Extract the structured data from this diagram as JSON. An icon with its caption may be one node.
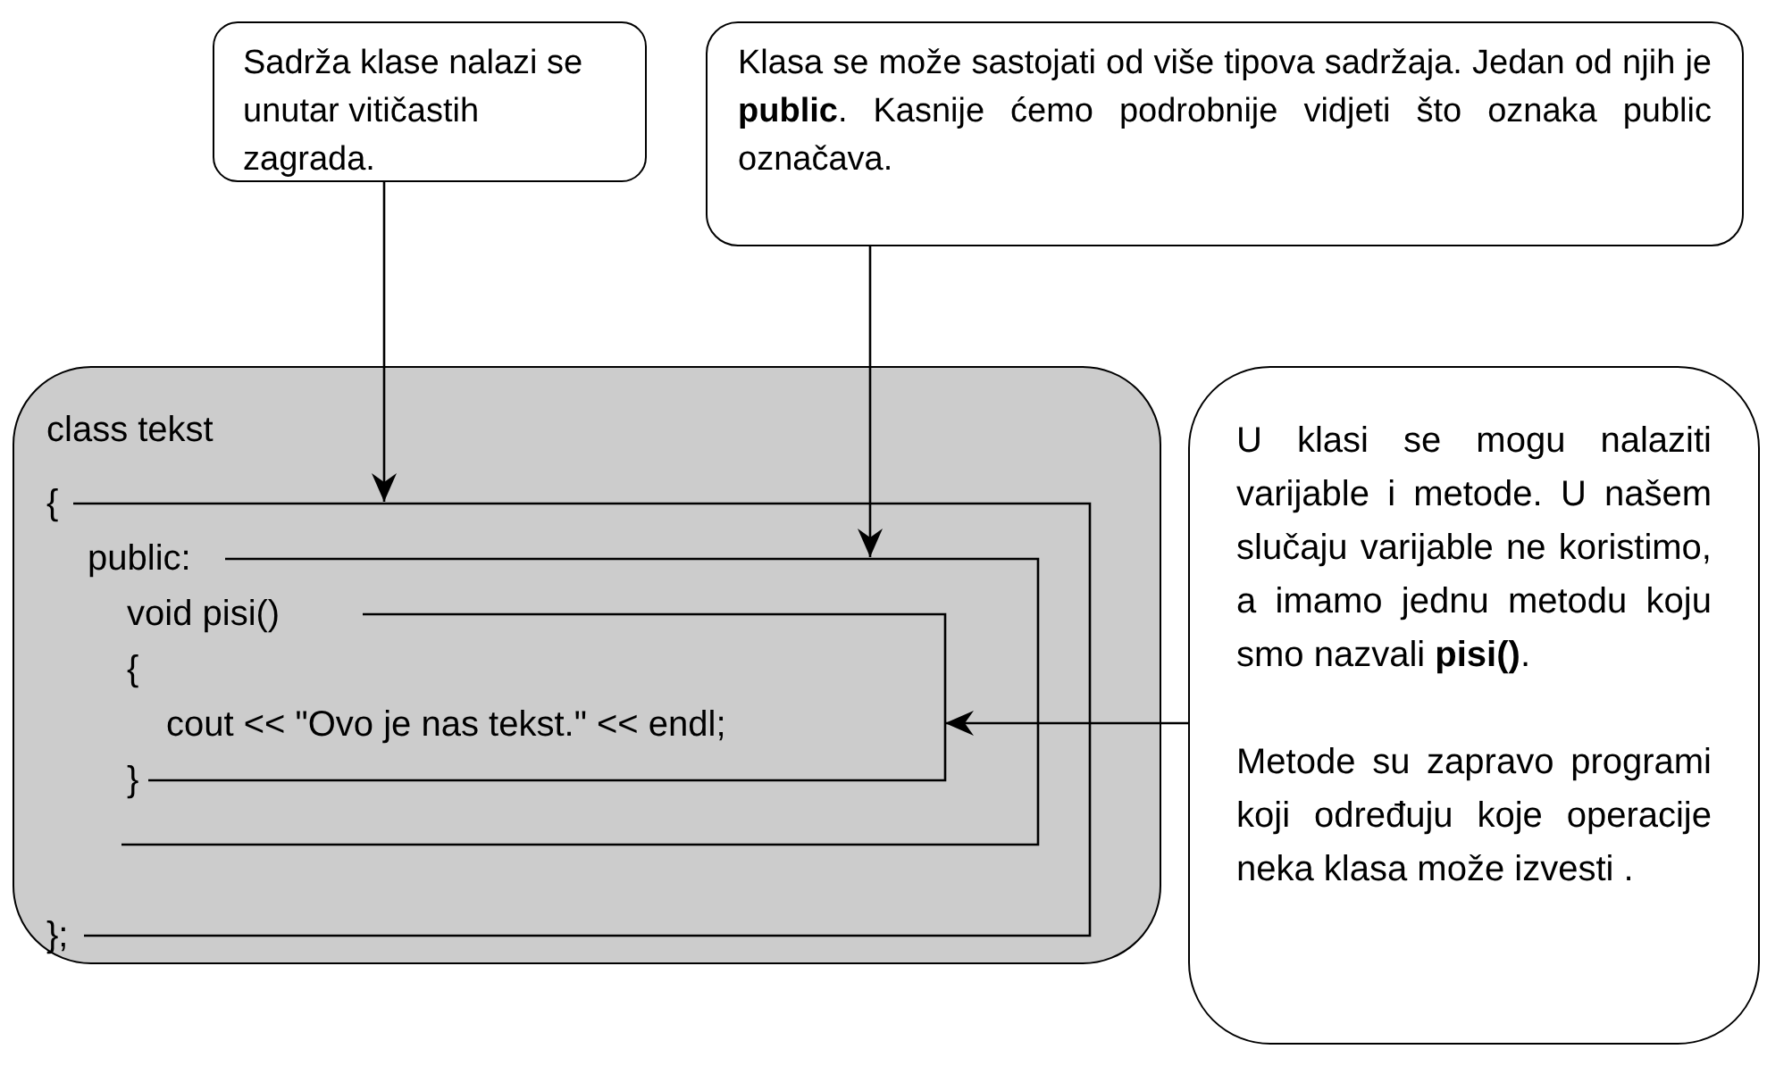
{
  "diagram": {
    "nodes": [
      {
        "text": [
          "Sadrža klase nalazi se unutar vitičastih zagrada."
        ]
      },
      {
        "text": [
          "Klasa se može sastojati od više tipova sadržaja. Jedan od njih je **public**. Kasnije ćemo podrobnije vidjeti što oznaka public označava."
        ]
      },
      {
        "text": [
          "class tekst"
        ]
      },
      {
        "text": [
          "{",
          "};"
        ],
        "in": 2
      },
      {
        "text": [
          "public:"
        ],
        "in": 3
      },
      {
        "text": [
          "void pisi()",
          "{",
          "cout << \"Ovo je nas tekst.\" << endl;",
          "}"
        ],
        "in": 4
      },
      {
        "text": [
          "U klasi se mogu nalaziti varijable i metode. U našem slučaju varijable ne koristimo, a imamo jednu metodu koju smo nazvali **pisi()**.",
          "Metode su zapravo programi koji određuju koje operacije neka klasa može izvesti ."
        ]
      }
    ],
    "edges": [
      {
        "from": 0,
        "to": 3,
        "arrow": "to"
      },
      {
        "from": 1,
        "to": 4,
        "arrow": "to"
      },
      {
        "from": 6,
        "to": 5,
        "arrow": "to"
      }
    ]
  }
}
